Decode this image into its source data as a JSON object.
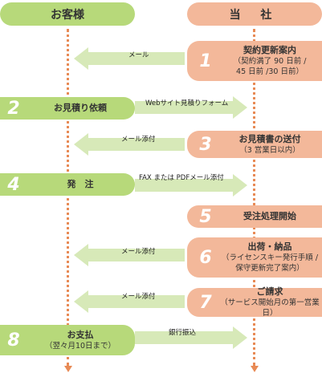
{
  "headers": {
    "customer": "お客様",
    "company": "当 社"
  },
  "steps": [
    {
      "num": "1",
      "title": "契約更新案内",
      "sub": "（契約満了 90 日前 /",
      "sub2": "45 日前 /30 日前）"
    },
    {
      "num": "2",
      "title": "お見積り依頼",
      "sub": "",
      "sub2": ""
    },
    {
      "num": "3",
      "title": "お見積書の送付",
      "sub": "（3 営業日以内）",
      "sub2": ""
    },
    {
      "num": "4",
      "title": "発　注",
      "sub": "",
      "sub2": ""
    },
    {
      "num": "5",
      "title": "受注処理開始",
      "sub": "",
      "sub2": ""
    },
    {
      "num": "6",
      "title": "出荷・納品",
      "sub": "（ライセンスキー発行手順 /",
      "sub2": "保守更新完了案内）"
    },
    {
      "num": "7",
      "title": "ご請求",
      "sub": "（サービス開始月の第一営業日）",
      "sub2": ""
    },
    {
      "num": "8",
      "title": "お支払",
      "sub": "（翌々月10日まで）",
      "sub2": ""
    }
  ],
  "arrows": [
    {
      "label": "メール"
    },
    {
      "label": "Webサイト見積りフォーム"
    },
    {
      "label": "メール添付"
    },
    {
      "label": "FAX または PDFメール添付"
    },
    {
      "label": "メール添付"
    },
    {
      "label": "メール添付"
    },
    {
      "label": "銀行振込"
    }
  ],
  "colors": {
    "customer": "#b7d97a",
    "company": "#f3b89a",
    "arrow": "#d7e9b8",
    "line": "#e88a55",
    "number": "#ffffff"
  }
}
